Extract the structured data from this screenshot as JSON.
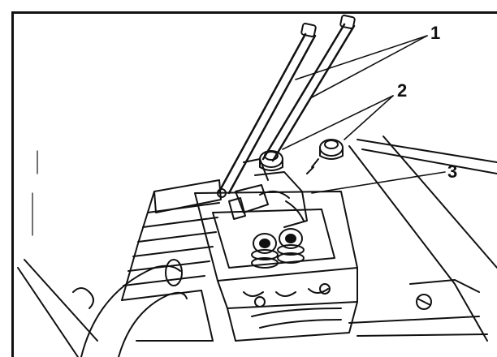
{
  "callouts": {
    "pushrods": "1",
    "rocker_nuts": "2",
    "rocker_arm": "3"
  },
  "colors": {
    "ink": "#111111",
    "paper": "#ffffff"
  }
}
